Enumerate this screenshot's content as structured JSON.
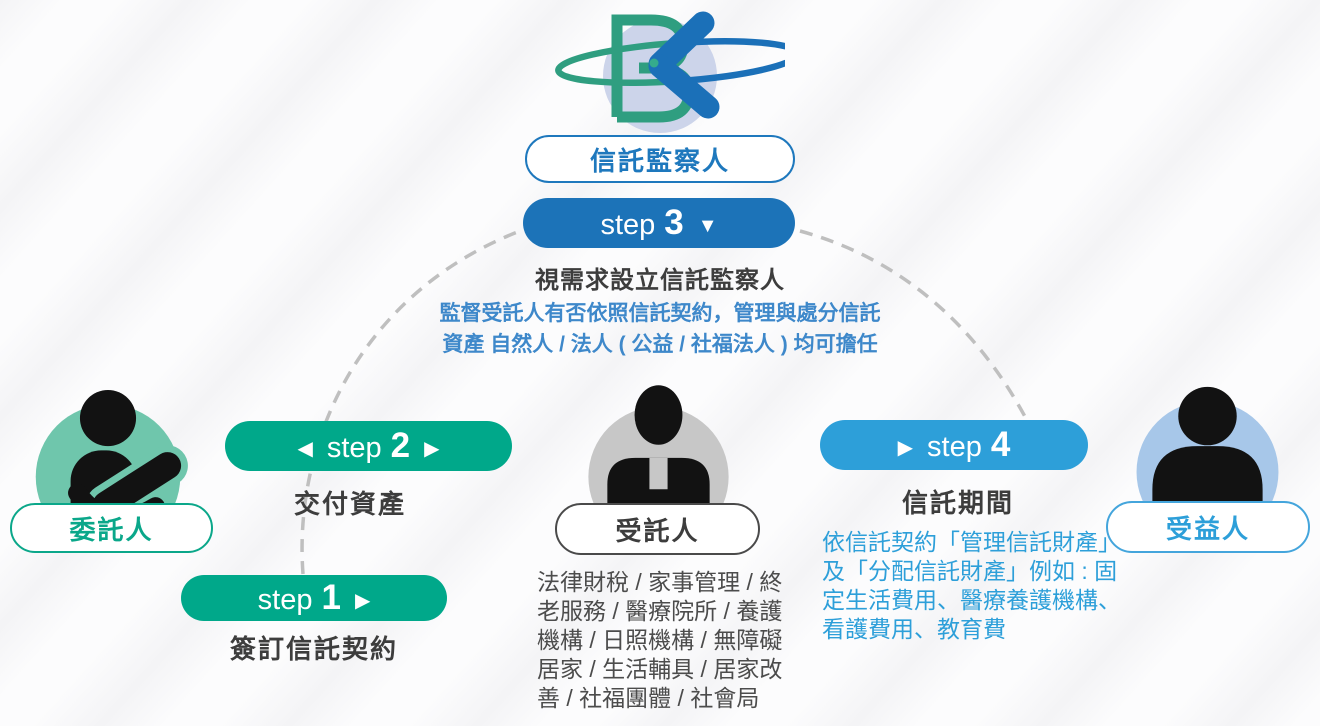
{
  "colors": {
    "blue_dark": "#1c73b8",
    "blue_light": "#2d9fd9",
    "blue_paragraph": "#3e88ca",
    "green": "#00a88a",
    "green_circle": "#6fc6ac",
    "gray_circle": "#c7c7c7",
    "lightblue_circle": "#a7c7e9",
    "dark_text": "#3d3d3d",
    "gray_text": "#4c4c4c",
    "dash_gray": "#bfbfbf",
    "logo_lavender": "#ccd4ea",
    "logo_green": "#2f9e80",
    "logo_blue": "#1b70b8"
  },
  "logo": {
    "icon": "bk-orbit-logo"
  },
  "supervisor": {
    "label": "信託監察人",
    "step_word": "step",
    "step_num": "3",
    "arrow_down": "▼",
    "title": "視需求設立信託監察人",
    "desc": [
      "監督受託人有否依照信託契約，管理與處分信託",
      "資產 自然人 / 法人 ( 公益 / 社福法人 ) 均可擔任"
    ]
  },
  "trustor": {
    "label": "委託人"
  },
  "trustee": {
    "label": "受託人",
    "services": [
      "法律財稅 / 家事管理 / 終",
      "老服務 / 醫療院所 / 養護",
      "機構 / 日照機構 / 無障礙",
      "居家 / 生活輔具 / 居家改",
      "善 / 社福團體 / 社會局"
    ]
  },
  "beneficiary": {
    "label": "受益人"
  },
  "steps": {
    "step1": {
      "word": "step",
      "num": "1",
      "arrow_right": "▶",
      "caption": "簽訂信託契約"
    },
    "step2": {
      "word": "step",
      "num": "2",
      "arrow_left": "◀",
      "arrow_right": "▶",
      "caption": "交付資產"
    },
    "step4": {
      "word": "step",
      "num": "4",
      "arrow_left": "▶",
      "caption": "信託期間",
      "desc": [
        "依信託契約「管理信託財產」",
        "及「分配信託財產」例如 : 固",
        "定生活費用、醫療養護機構、",
        "看護費用、教育費"
      ]
    }
  }
}
